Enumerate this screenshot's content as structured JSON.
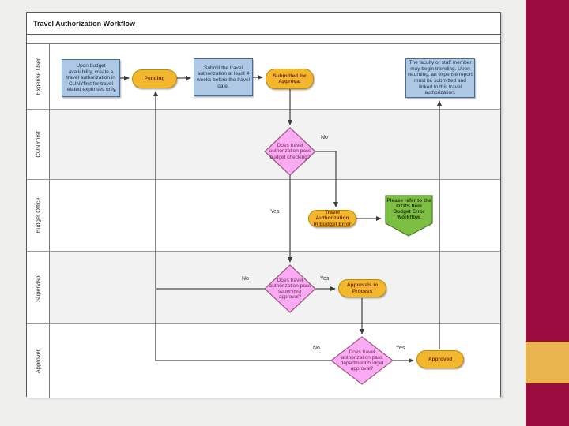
{
  "page": {
    "background_color": "#EFF0ED",
    "accent_bar_color": "#9B0D3E",
    "accent_square_color": "#EAB54E"
  },
  "diagram": {
    "title": "Travel Authorization Workflow",
    "lanes": [
      {
        "label": "Expense User"
      },
      {
        "label": "CUNYfirst"
      },
      {
        "label": "Budget Office"
      },
      {
        "label": "Supervisor"
      },
      {
        "label": "Approver"
      }
    ],
    "colors": {
      "process_fill": "#AEC7E4",
      "process_border": "#41709C",
      "state_fill": "#F2B72E",
      "state_border": "#BE8C00",
      "decision_fill": "#FBABF3",
      "decision_border": "#9E5B7E",
      "offpage_fill": "#7CBF42",
      "offpage_border": "#4E7A28",
      "connector": "#4D4D4D"
    },
    "nodes": {
      "create_auth": "Upon budget availability, create a travel authorization in CUNYfirst for travel related expenses only.",
      "pending": "Pending",
      "submit": "Submit the travel authorization at least 4 weeks before the travel date.",
      "submitted": "Submitted for\nApproval",
      "begin_travel": "The faculty or staff member may begin traveling.  Upon returning, an expense report must be submitted and linked to this travel authorization.",
      "budget_check": "Does travel authorization pass budget checking?",
      "budget_error": "Travel Authorization\nin Budget Error",
      "otps": "Please refer to the OTPS Item Budget Error Workflow.",
      "supervisor_check": "Does travel authorization pass supervisor approval?",
      "approvals": "Approvals in Process",
      "dept_check": "Does travel authorization pass department budget approval?",
      "approved": "Approved"
    },
    "edge_labels": {
      "budget_no": "No",
      "budget_yes": "Yes",
      "supervisor_no": "No",
      "supervisor_yes": "Yes",
      "dept_no": "No",
      "dept_yes": "Yes"
    }
  }
}
